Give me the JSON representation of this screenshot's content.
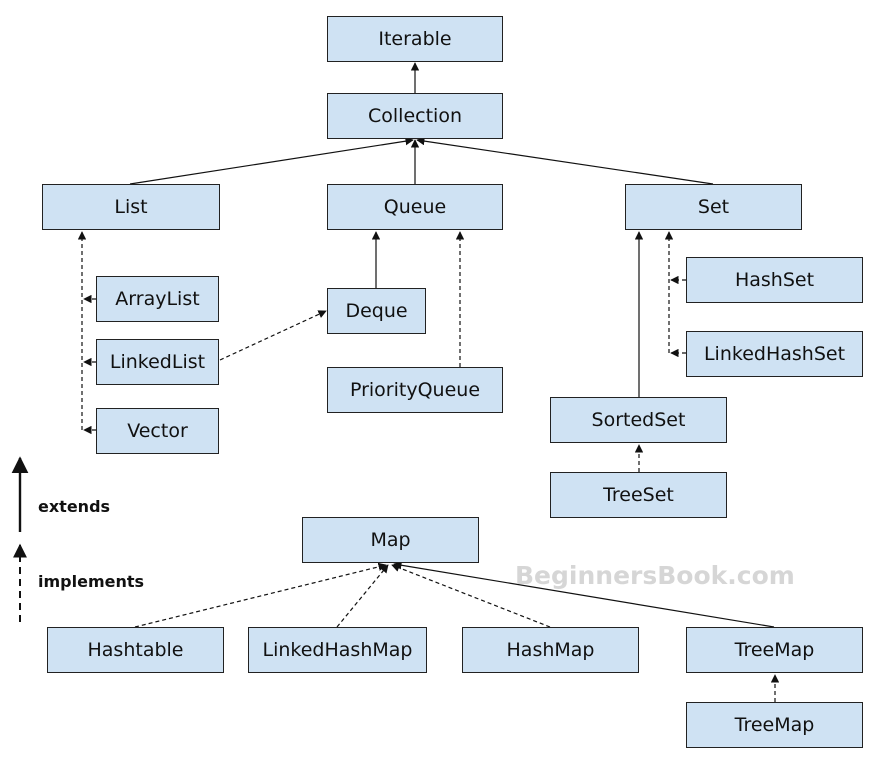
{
  "nodes": {
    "iterable": "Iterable",
    "collection": "Collection",
    "list": "List",
    "queue": "Queue",
    "set": "Set",
    "arraylist": "ArrayList",
    "linkedlist": "LinkedList",
    "vector": "Vector",
    "deque": "Deque",
    "priorityqueue": "PriorityQueue",
    "hashset": "HashSet",
    "linkedhashset": "LinkedHashSet",
    "sortedset": "SortedSet",
    "treeset": "TreeSet",
    "map": "Map",
    "hashtable": "Hashtable",
    "linkedhashmap": "LinkedHashMap",
    "hashmap": "HashMap",
    "treemap": "TreeMap",
    "treemap2": "TreeMap"
  },
  "edges": [
    {
      "from": "collection",
      "to": "iterable",
      "type": "extends"
    },
    {
      "from": "list",
      "to": "collection",
      "type": "extends"
    },
    {
      "from": "queue",
      "to": "collection",
      "type": "extends"
    },
    {
      "from": "set",
      "to": "collection",
      "type": "extends"
    },
    {
      "from": "arraylist",
      "to": "list",
      "type": "implements"
    },
    {
      "from": "linkedlist",
      "to": "list",
      "type": "implements"
    },
    {
      "from": "vector",
      "to": "list",
      "type": "implements"
    },
    {
      "from": "linkedlist",
      "to": "deque",
      "type": "implements"
    },
    {
      "from": "deque",
      "to": "queue",
      "type": "extends"
    },
    {
      "from": "priorityqueue",
      "to": "queue",
      "type": "implements"
    },
    {
      "from": "hashset",
      "to": "set",
      "type": "implements"
    },
    {
      "from": "linkedhashset",
      "to": "set",
      "type": "implements"
    },
    {
      "from": "sortedset",
      "to": "set",
      "type": "extends"
    },
    {
      "from": "treeset",
      "to": "sortedset",
      "type": "implements"
    },
    {
      "from": "hashtable",
      "to": "map",
      "type": "implements"
    },
    {
      "from": "linkedhashmap",
      "to": "map",
      "type": "implements"
    },
    {
      "from": "hashmap",
      "to": "map",
      "type": "implements"
    },
    {
      "from": "treemap",
      "to": "map",
      "type": "extends"
    },
    {
      "from": "treemap2",
      "to": "treemap",
      "type": "implements"
    }
  ],
  "legend": {
    "extends": "extends",
    "implements": "implements"
  },
  "watermark": "BeginnersBook.com",
  "colors": {
    "node_fill": "#cfe2f3",
    "node_border": "#222222",
    "line": "#111111",
    "watermark": "#d6d6d6"
  }
}
